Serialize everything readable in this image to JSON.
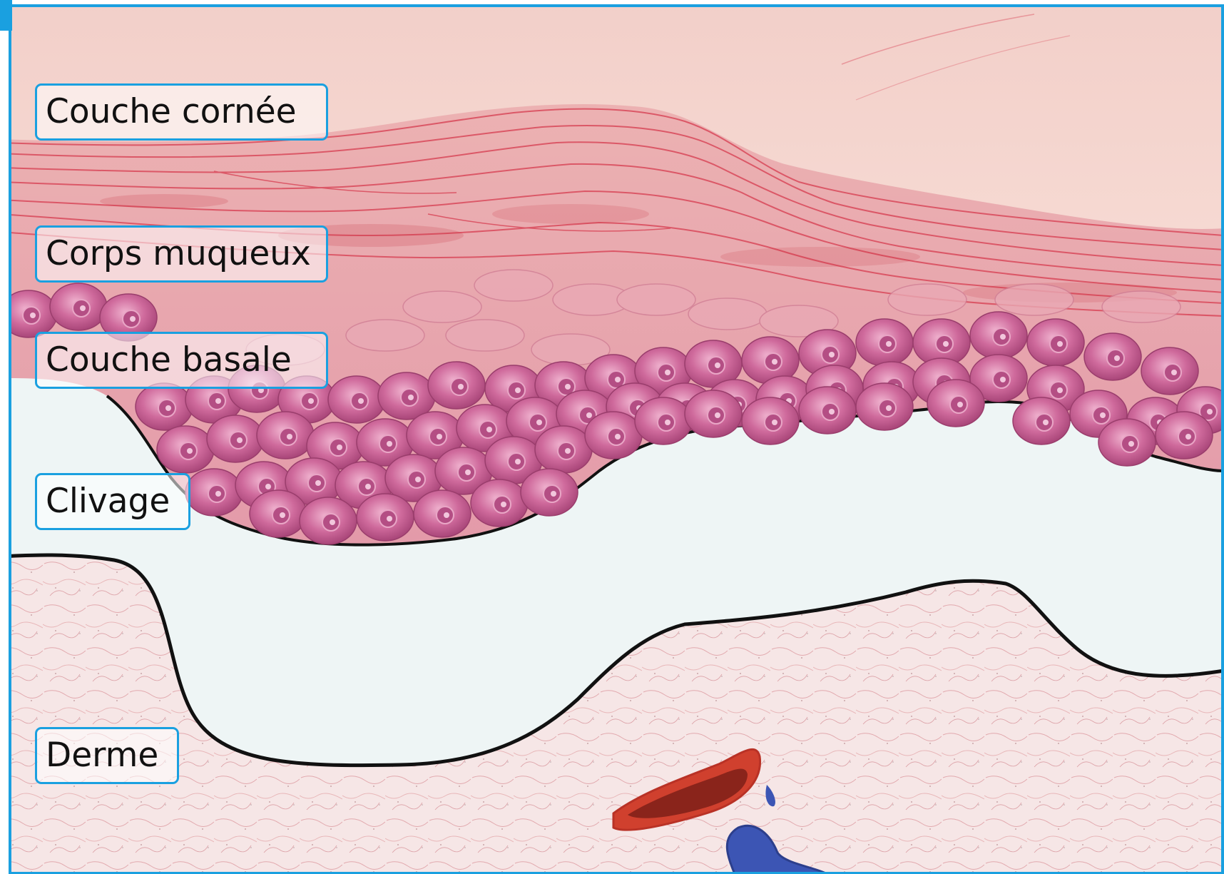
{
  "labels": [
    "Couche cornée",
    "Corps muqueux",
    "Couche basale",
    "Clivage",
    "Derme"
  ],
  "colors": {
    "frame": "#1aa0e0",
    "stratum_corneum": "#f3d3cf",
    "epidermis": "#e8a0aa",
    "basal_cell": "#c85a8e",
    "cleft": "#eef5f5",
    "dermis": "#f6e4e4",
    "fibers": "#d9485a",
    "artery": "#d0402e",
    "vein": "#3c55b4",
    "outline": "#111111"
  }
}
